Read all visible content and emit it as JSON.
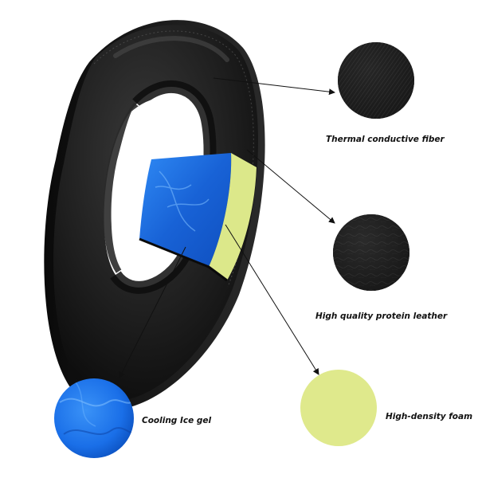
{
  "product": {
    "name": "ear-pad-cushion",
    "colors": {
      "cushion_black": "#1a1a1a",
      "gel_blue": "#1c6fe0",
      "foam_yellow": "#dce88a",
      "background": "#ffffff"
    }
  },
  "materials": [
    {
      "id": "thermal",
      "label": "Thermal conductive fiber",
      "swatch_color": "#1c1c1c",
      "texture": "diagonal-weave"
    },
    {
      "id": "leather",
      "label": "High quality protein leather",
      "swatch_color": "#1e1e1e",
      "texture": "grain"
    },
    {
      "id": "gel",
      "label": "Cooling Ice gel",
      "swatch_color": "#1a6fe8",
      "texture": "marbled"
    },
    {
      "id": "foam",
      "label": "High-density foam",
      "swatch_color": "#dfe98c",
      "texture": "plain"
    }
  ]
}
